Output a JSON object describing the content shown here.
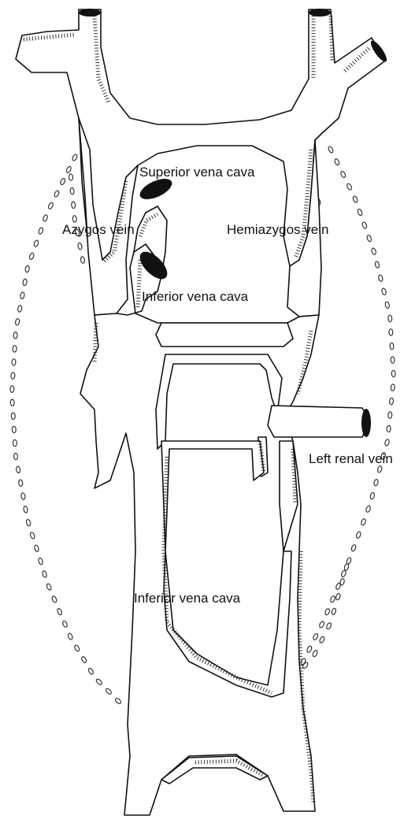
{
  "labels": {
    "superior_vena_cava": "Superior vena cava",
    "azygos_vein": "Azygos vein",
    "hemiazygos_vein": "Hemiazygos vein",
    "inferior_vena_cava_upper": "Inferior vena cava",
    "left_renal_vein": "Left renal vein",
    "inferior_vena_cava_lower": "Inferior vena cava"
  },
  "colors": {
    "ink": "#111111",
    "background": "#ffffff"
  }
}
